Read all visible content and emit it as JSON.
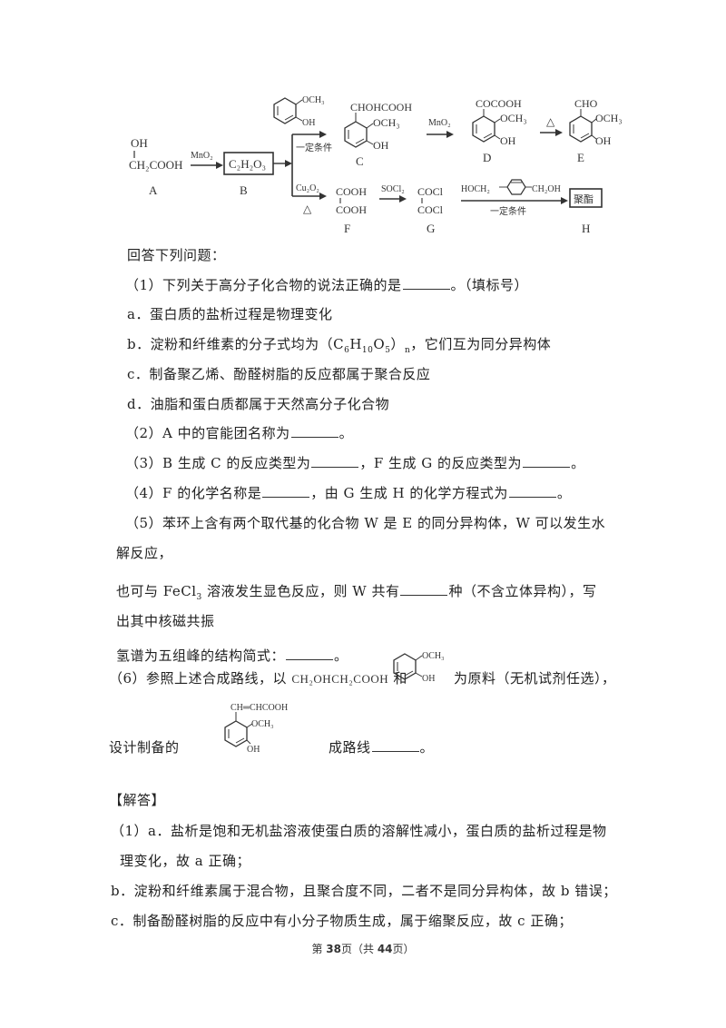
{
  "scheme": {
    "A": {
      "top": "OH",
      "bottom": "CH₂COOH",
      "label": "A"
    },
    "A_to_B_reagent": "MnO₂",
    "B": {
      "formula": "C₂H₂O₃",
      "label": "B"
    },
    "branch_top_reagent_struct": {
      "sub1": "OCH₃",
      "sub2": "OH"
    },
    "branch_top_condition": "一定条件",
    "C": {
      "sub_top": "CHOHCOOH",
      "sub_mid": "OCH₃",
      "sub_bot": "OH",
      "label": "C"
    },
    "C_to_D_reagent": "MnO₂",
    "D": {
      "sub_top": "COCOOH",
      "sub_mid": "OCH₃",
      "sub_bot": "OH",
      "label": "D"
    },
    "D_to_E_condition": "△",
    "E": {
      "sub_top": "CHO",
      "sub_mid": "OCH₃",
      "sub_bot": "OH",
      "label": "E"
    },
    "branch_bottom_reagent": "Cu₂O₂",
    "branch_bottom_condition": "△",
    "F": {
      "top": "COOH",
      "bottom": "COOH",
      "label": "F"
    },
    "F_to_G_reagent": "SOCl₂",
    "G": {
      "top": "COCl",
      "bottom": "COCl",
      "label": "G"
    },
    "G_to_H_reagent_left": "HOCH₂",
    "G_to_H_reagent_right": "CH₂OH",
    "G_to_H_condition": "一定条件",
    "H": {
      "box": "聚酯",
      "label": "H"
    }
  },
  "questions": {
    "intro": "回答下列问题：",
    "q1": {
      "pre": "（1）下列关于高分子化合物的说法正确的是",
      "post": "。（填标号）"
    },
    "q1_a": "a．蛋白质的盐析过程是物理变化",
    "q1_b_pre": "b．淀粉和纤维素的分子式均为（C",
    "q1_b_sub1": "6",
    "q1_b_mid1": "H",
    "q1_b_sub2": "10",
    "q1_b_mid2": "O",
    "q1_b_sub3": "5",
    "q1_b_mid3": "）",
    "q1_b_sub4": "n",
    "q1_b_post": "，它们互为同分异构体",
    "q1_c": "c．制备聚乙烯、酚醛树脂的反应都属于聚合反应",
    "q1_d": "d．油脂和蛋白质都属于天然高分子化合物",
    "q2": {
      "pre": "（2）A 中的官能团名称为",
      "post": "。"
    },
    "q3": {
      "pre": "（3）B 生成 C 的反应类型为",
      "mid": "，F 生成 G 的反应类型为",
      "post": "。"
    },
    "q4": {
      "pre": "（4）F 的化学名称是",
      "mid": "，由 G 生成 H 的化学方程式为",
      "post": "。"
    },
    "q5_line1": "（5）苯环上含有两个取代基的化合物 W 是 E 的同分异构体，W 可以发生水",
    "q5_line2": "解反应，",
    "q5_line3_pre": "也可与 FeCl",
    "q5_line3_sub": "3",
    "q5_line3_mid": " 溶液发生显色反应，则 W 共有",
    "q5_line3_post": "种（不含立体异构），写",
    "q5_line4": "出其中核磁共振",
    "q5_line5_pre": "氢谱为五组峰的结构简式：",
    "q5_line5_post": "。",
    "q6_line1_pre": "（6）参照上述合成路线，以 CH",
    "q6_line1_formula": "CH₂OHCH₂COOH",
    "q6_line1_and": "和",
    "q6_line1_post": "为原料（无机试剂任选），",
    "q6_struct1": {
      "sub1": "OCH₃",
      "sub2": "OH"
    },
    "q6_line2_pre": "设计制备的",
    "q6_struct2": {
      "sub_top": "CH═CHCOOH",
      "sub_mid": "OCH₃",
      "sub_bot": "OH"
    },
    "q6_line2_post": "成路线",
    "q6_line2_end": "。"
  },
  "answer": {
    "heading": "【解答】",
    "a1_line1": "（1）a．盐析是饱和无机盐溶液使蛋白质的溶解性减小，蛋白质的盐析过程是物",
    "a1_line2": "理变化，故 a 正确；",
    "a1_b": "b．淀粉和纤维素属于混合物，且聚合度不同，二者不是同分异构体，故 b 错误；",
    "a1_c": "c．制备酚醛树脂的反应中有小分子物质生成，属于缩聚反应，故 c 正确；"
  },
  "footer": {
    "pre": "第 ",
    "page": "38",
    "mid": "页（共 ",
    "total": "44",
    "post": "页）"
  }
}
